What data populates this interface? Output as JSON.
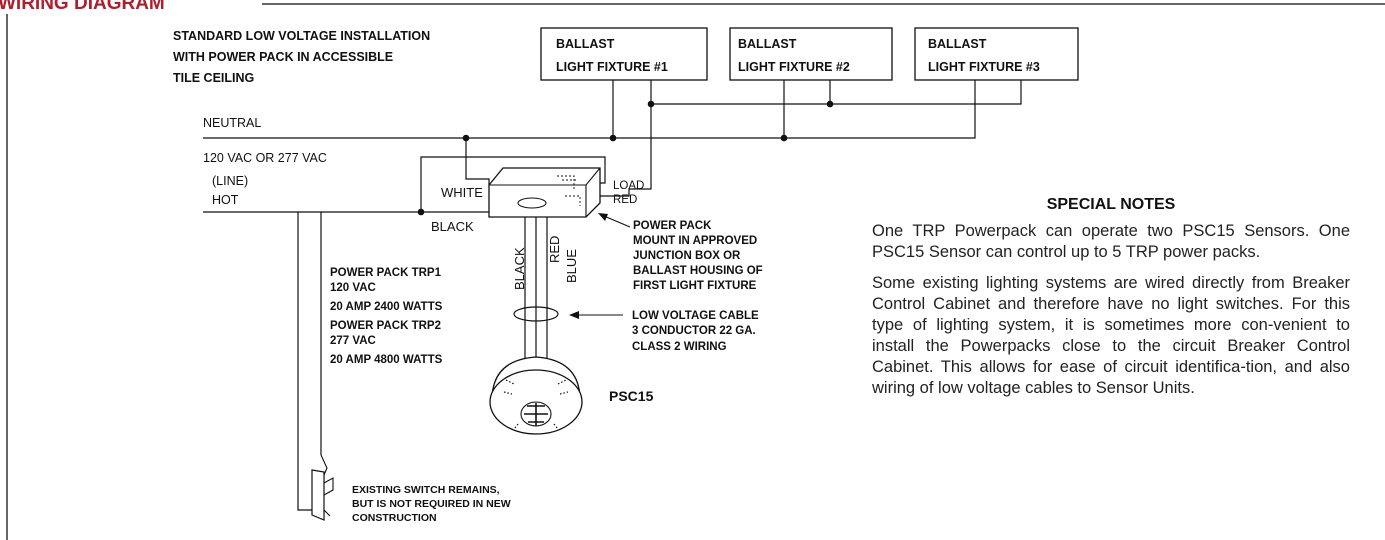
{
  "header": {
    "title": "WIRING DIAGRAM",
    "accent_color": "#b01e2e"
  },
  "diagram": {
    "installation_title": [
      "STANDARD LOW VOLTAGE INSTALLATION",
      "WITH POWER PACK IN ACCESSIBLE",
      "TILE CEILING"
    ],
    "fixtures": [
      {
        "line1": "BALLAST",
        "line2": "LIGHT FIXTURE #1"
      },
      {
        "line1": "BALLAST",
        "line2": "LIGHT FIXTURE #2"
      },
      {
        "line1": "BALLAST",
        "line2": "LIGHT FIXTURE #3"
      }
    ],
    "wires": {
      "neutral": "NEUTRAL",
      "voltage": "120 VAC OR 277 VAC",
      "line": "(LINE)",
      "hot": "HOT",
      "white": "WHITE",
      "black": "BLACK",
      "load": "LOAD",
      "red": "RED",
      "cable_black": "BLACK",
      "cable_red": "RED",
      "cable_blue": "BLUE"
    },
    "power_pack_note": [
      "POWER PACK",
      "MOUNT IN APPROVED",
      "JUNCTION BOX OR",
      "BALLAST HOUSING OF",
      "FIRST LIGHT FIXTURE"
    ],
    "power_pack_specs": [
      "POWER PACK TRP1",
      "120 VAC",
      "20 AMP 2400 WATTS",
      "POWER PACK TRP2",
      "277 VAC",
      "20 AMP 4800 WATTS"
    ],
    "cable_note": [
      "LOW VOLTAGE CABLE",
      "3 CONDUCTOR 22 GA.",
      "CLASS 2 WIRING"
    ],
    "sensor_label": "PSC15",
    "switch_note": [
      "EXISTING SWITCH REMAINS,",
      "BUT IS NOT REQUIRED IN NEW",
      "CONSTRUCTION"
    ]
  },
  "notes": {
    "heading": "SPECIAL NOTES",
    "paragraphs": [
      "One TRP Powerpack can operate two PSC15 Sensors. One PSC15 Sensor can control up to 5 TRP power packs.",
      "Some existing lighting systems are wired directly from Breaker Control Cabinet and therefore have no light switches. For this type of lighting system, it is sometimes more con-venient to install the Powerpacks close to the circuit Breaker Control Cabinet. This allows for ease of circuit identifica-tion, and also wiring of low voltage cables to Sensor Units."
    ]
  }
}
